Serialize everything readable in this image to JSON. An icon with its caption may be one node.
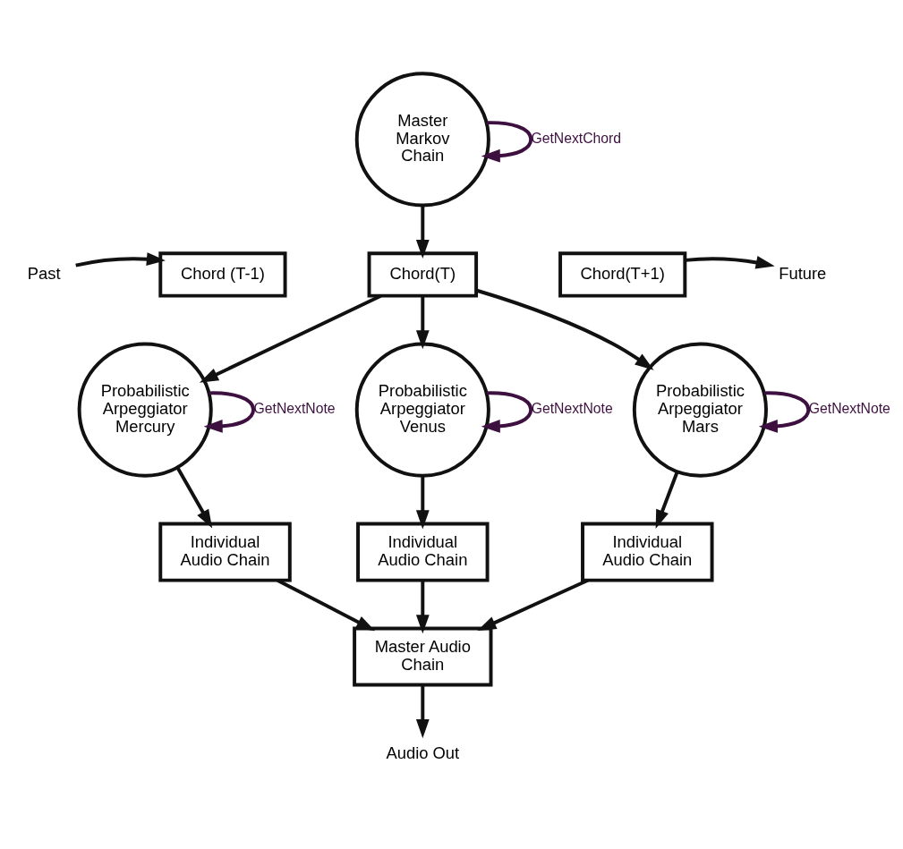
{
  "diagram": {
    "nodes": [
      {
        "text": [
          "Master Markov Chain"
        ]
      },
      {
        "text": [
          "Past"
        ]
      },
      {
        "text": [
          "Chord (T-1)"
        ]
      },
      {
        "text": [
          "Chord(T)"
        ]
      },
      {
        "text": [
          "Chord(T+1)"
        ]
      },
      {
        "text": [
          "Future"
        ]
      },
      {
        "text": [
          "Probabilistic Arpeggiator Mercury"
        ]
      },
      {
        "text": [
          "Probabilistic Arpeggiator Venus"
        ]
      },
      {
        "text": [
          "Probabilistic Arpeggiator Mars"
        ]
      },
      {
        "text": [
          "Individual Audio Chain"
        ]
      },
      {
        "text": [
          "Individual Audio Chain"
        ]
      },
      {
        "text": [
          "Individual Audio Chain"
        ]
      },
      {
        "text": [
          "Master Audio Chain"
        ]
      },
      {
        "text": [
          "Audio Out"
        ]
      }
    ],
    "edges": [
      {
        "from": 0,
        "to": 0,
        "arrow": "to",
        "label": "GetNextChord",
        "color": "#3d1040"
      },
      {
        "from": 0,
        "to": 3,
        "arrow": "to"
      },
      {
        "from": 1,
        "to": 2,
        "arrow": "to"
      },
      {
        "from": 4,
        "to": 5,
        "arrow": "to"
      },
      {
        "from": 3,
        "to": 6,
        "arrow": "to"
      },
      {
        "from": 3,
        "to": 7,
        "arrow": "to"
      },
      {
        "from": 3,
        "to": 8,
        "arrow": "to"
      },
      {
        "from": 6,
        "to": 6,
        "arrow": "to",
        "label": "GetNextNote",
        "color": "#3d1040"
      },
      {
        "from": 7,
        "to": 7,
        "arrow": "to",
        "label": "GetNextNote",
        "color": "#3d1040"
      },
      {
        "from": 8,
        "to": 8,
        "arrow": "to",
        "label": "GetNextNote",
        "color": "#3d1040"
      },
      {
        "from": 6,
        "to": 9,
        "arrow": "to"
      },
      {
        "from": 7,
        "to": 10,
        "arrow": "to"
      },
      {
        "from": 8,
        "to": 11,
        "arrow": "to"
      },
      {
        "from": 9,
        "to": 12,
        "arrow": "to"
      },
      {
        "from": 10,
        "to": 12,
        "arrow": "to"
      },
      {
        "from": 11,
        "to": 12,
        "arrow": "to"
      },
      {
        "from": 12,
        "to": 13,
        "arrow": "to"
      }
    ]
  }
}
